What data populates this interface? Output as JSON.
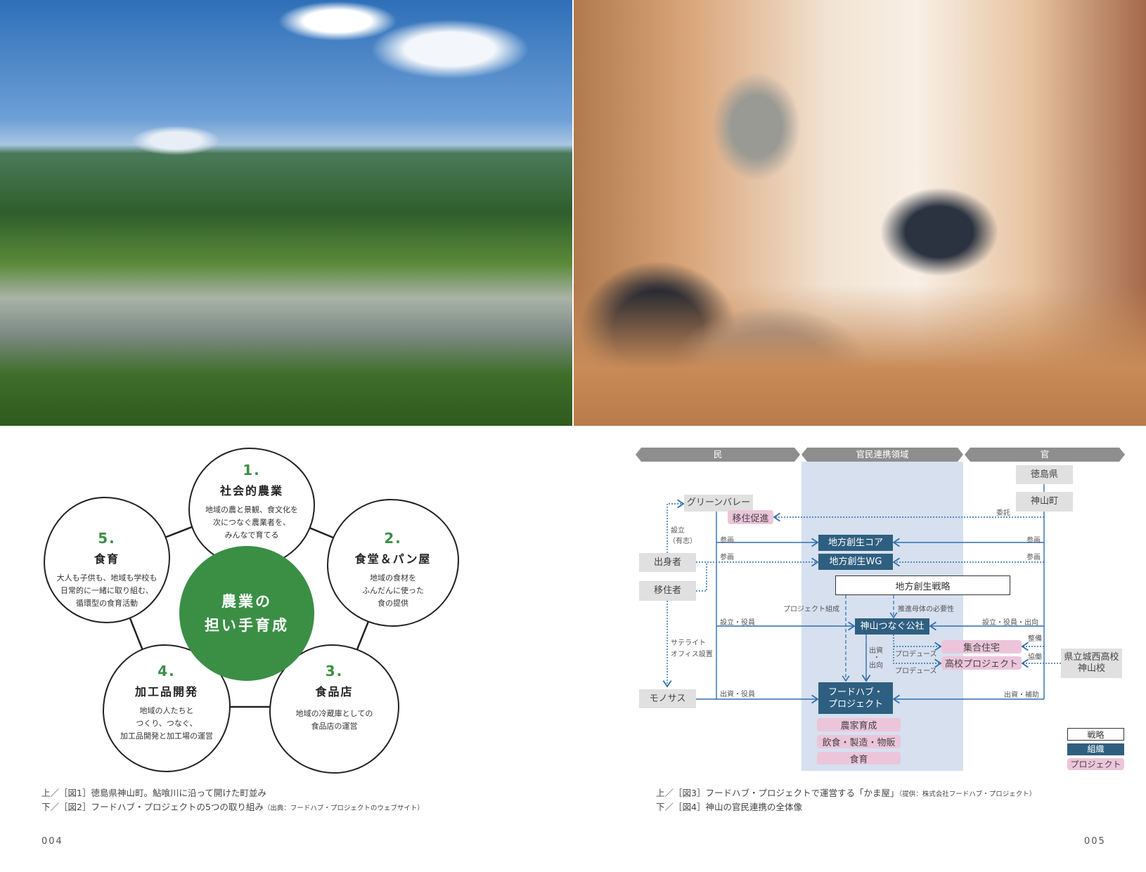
{
  "photos": {
    "left": "town-landscape",
    "right": "kamaya-dining"
  },
  "fig2": {
    "center": [
      "農業の",
      "担い手育成"
    ],
    "items": [
      {
        "num": "1.",
        "title": "社会的農業",
        "desc": [
          "地域の農と景観、食文化を",
          "次につなぐ農業者を、",
          "みんなで育てる"
        ]
      },
      {
        "num": "2.",
        "title": "食堂＆パン屋",
        "desc": [
          "地域の食材を",
          "ふんだんに使った",
          "食の提供"
        ]
      },
      {
        "num": "3.",
        "title": "食品店",
        "desc": [
          "地域の冷蔵庫としての",
          "食品店の運営"
        ]
      },
      {
        "num": "4.",
        "title": "加工品開発",
        "desc": [
          "地域の人たちと",
          "つくり、つなぐ、",
          "加工品開発と加工場の運営"
        ]
      },
      {
        "num": "5.",
        "title": "食育",
        "desc": [
          "大人も子供も、地域も学校も",
          "日常的に一緒に取り組む、",
          "循環型の食育活動"
        ]
      }
    ]
  },
  "captions_left": {
    "top": "上／［図1］徳島県神山町。鮎喰川に沿って開けた町並み",
    "bottom": "下／［図2］フードハブ・プロジェクトの5つの取り組み",
    "bottom_source": "（出典：フードハブ・プロジェクトのウェブサイト）"
  },
  "captions_right": {
    "top": "上／［図3］フードハブ・プロジェクトで運営する「かま屋」",
    "top_source": "（提供：株式会社フードハブ・プロジェクト）",
    "bottom": "下／［図4］神山の官民連携の全体像"
  },
  "page_left": "004",
  "page_right": "005",
  "fig4": {
    "headers": [
      "民",
      "官民連携領域",
      "官"
    ],
    "boxes": {
      "tokushima": "徳島県",
      "kamiyama": "神山町",
      "greenvalley": "グリーンバレー",
      "iju_sokushin": "移住促進",
      "shusshin": "出身者",
      "ijusha": "移住者",
      "core": "地方創生コア",
      "wg": "地方創生WG",
      "strategy": "地方創生戦略",
      "tsunagu": "神山つなぐ公社",
      "shugo": "集合住宅",
      "koko_pj": "高校プロジェクト",
      "school": [
        "県立城西高校",
        "神山校"
      ],
      "monosas": "モノサス",
      "foodhub": [
        "フードハブ・",
        "プロジェクト"
      ],
      "p1": "農家育成",
      "p2": "飲食・製造・物販",
      "p3": "食育"
    },
    "labels": {
      "setsuritsu": "設立",
      "yushi": "（有志）",
      "itaku": "委託",
      "sankaku": "参画",
      "pj_sosei": "プロジェクト組成",
      "suishin": "推進母体の必要性",
      "setsu_yakuin": "設立・役員",
      "setsu_yakuin_shukko": "設立・役員・出向",
      "satellite": "サテライト",
      "office": "オフィス設置",
      "seibi": "整備",
      "kyodo": "協働",
      "shusshi": "出資",
      "dot": "・",
      "shukko": "出向",
      "produce": "プロデュース",
      "shusshi_yakuin": "出資・役員",
      "shusshi_hojo": "出資・補助"
    },
    "legend": [
      "戦略",
      "組織",
      "プロジェクト"
    ]
  }
}
